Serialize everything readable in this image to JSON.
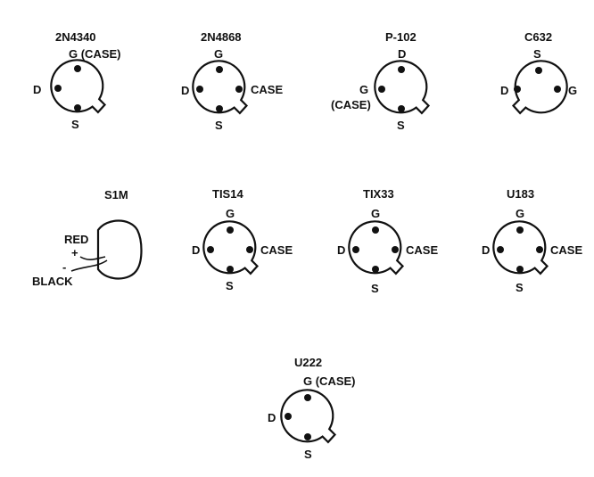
{
  "diagram": {
    "packages": [
      {
        "id": "2n4340",
        "title": "2N4340",
        "top": "G (CASE)",
        "left": "D",
        "right": "",
        "bottom": "S",
        "left2": ""
      },
      {
        "id": "2n4868",
        "title": "2N4868",
        "top": "G",
        "left": "D",
        "right": "CASE",
        "bottom": "S",
        "left2": ""
      },
      {
        "id": "p102",
        "title": "P-102",
        "top": "D",
        "left": "G",
        "right": "",
        "bottom": "S",
        "left2": "(CASE)"
      },
      {
        "id": "c632",
        "title": "C632",
        "top": "S",
        "left": "D",
        "right": "G",
        "bottom": "",
        "left2": ""
      },
      {
        "id": "tis14",
        "title": "TIS14",
        "top": "G",
        "left": "D",
        "right": "CASE",
        "bottom": "S",
        "left2": ""
      },
      {
        "id": "tix33",
        "title": "TIX33",
        "top": "G",
        "left": "D",
        "right": "CASE",
        "bottom": "S",
        "left2": ""
      },
      {
        "id": "u183",
        "title": "U183",
        "top": "G",
        "left": "D",
        "right": "CASE",
        "bottom": "S",
        "left2": ""
      },
      {
        "id": "u222",
        "title": "U222",
        "top": "G (CASE)",
        "left": "D",
        "right": "",
        "bottom": "S",
        "left2": ""
      }
    ],
    "s1m": {
      "title": "S1M",
      "red": "RED",
      "plus": "+",
      "black": "BLACK",
      "minus": "-"
    }
  }
}
